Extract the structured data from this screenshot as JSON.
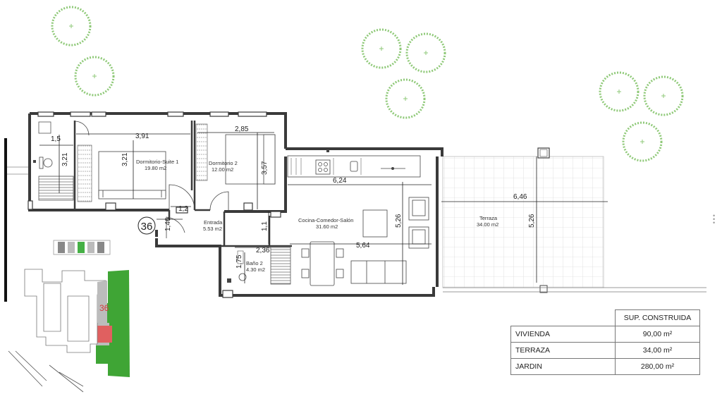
{
  "floorplan": {
    "unit_number": "36",
    "rooms": [
      {
        "name": "Dormitorio-Suite 1",
        "area": "19.80 m2"
      },
      {
        "name": "Dormitorio 2",
        "area": "12.00 m2"
      },
      {
        "name": "Entrada",
        "area": "5.53 m2"
      },
      {
        "name": "Cocina-Comedor-Salón",
        "area": "31.60 m2"
      },
      {
        "name": "Terraza",
        "area": "34.00 m2"
      },
      {
        "name": "Baño 2",
        "area": "4.30 m2"
      }
    ],
    "dimensions": [
      "1,5",
      "3,21",
      "3,91",
      "3,21",
      "2,85",
      "3,57",
      "6,24",
      "6,46",
      "1,2",
      "1,46",
      "1,1",
      "5,26",
      "5,26",
      "5,64",
      "2,36",
      "1,75"
    ]
  },
  "site_plan": {
    "unit_number": "36"
  },
  "area_table": {
    "header": "SUP. CONSTRUIDA",
    "rows": [
      {
        "label": "VIVIENDA",
        "value": "90,00 m²"
      },
      {
        "label": "TERRAZA",
        "value": "34,00 m²"
      },
      {
        "label": "JARDIN",
        "value": "280,00 m²"
      }
    ]
  },
  "colors": {
    "wall": "#3a3a3a",
    "tree": "#8fc978",
    "garden": "#3fa535",
    "highlight_unit": "#e06060",
    "unit_label": "#d23c3c",
    "parking_green": "#45b045"
  },
  "icons": [
    "tree-icon",
    "toilet-icon",
    "stove-icon",
    "sink-icon",
    "more-options-icon"
  ]
}
